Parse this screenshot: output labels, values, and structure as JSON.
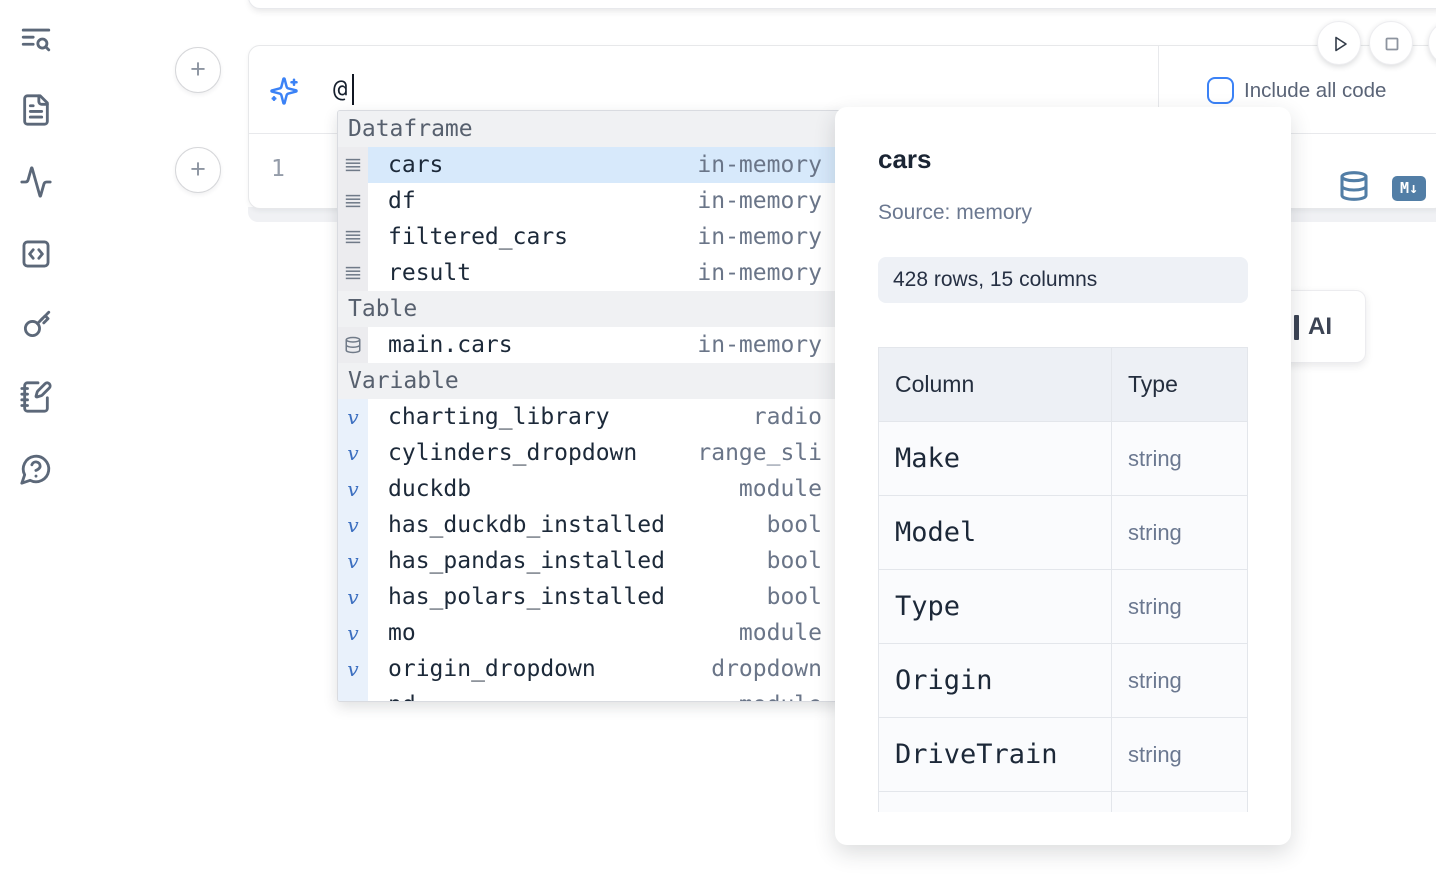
{
  "colors": {
    "accent": "#3b82f6",
    "steel-icon": "#527ea6",
    "selection": "#d7e9fb",
    "text-dark": "#1c2939",
    "text-gray": "#6a7588"
  },
  "sidebar": {
    "items": [
      {
        "icon": "text-search-icon"
      },
      {
        "icon": "file-document-icon"
      },
      {
        "icon": "activity-icon"
      },
      {
        "icon": "code-square-icon"
      },
      {
        "icon": "key-icon"
      },
      {
        "icon": "notebook-pen-icon"
      },
      {
        "icon": "help-chat-icon"
      }
    ]
  },
  "run_controls": {
    "play": "run",
    "stop": "interrupt"
  },
  "cell": {
    "add_above_label": "+",
    "add_below_label": "+",
    "ai_input": {
      "value": "@"
    },
    "include_all_code_label": "Include all code",
    "line_number": "1",
    "markdown_badge": "M↓"
  },
  "autocomplete": {
    "sections": [
      {
        "label": "Dataframe",
        "items": [
          {
            "name": "cars",
            "detail": "in-memory",
            "selected": true
          },
          {
            "name": "df",
            "detail": "in-memory"
          },
          {
            "name": "filtered_cars",
            "detail": "in-memory"
          },
          {
            "name": "result",
            "detail": "in-memory"
          }
        ]
      },
      {
        "label": "Table",
        "items": [
          {
            "name": "main.cars",
            "detail": "in-memory"
          }
        ]
      },
      {
        "label": "Variable",
        "items": [
          {
            "name": "charting_library",
            "detail": "radio"
          },
          {
            "name": "cylinders_dropdown",
            "detail": "range_sli"
          },
          {
            "name": "duckdb",
            "detail": "module"
          },
          {
            "name": "has_duckdb_installed",
            "detail": "bool"
          },
          {
            "name": "has_pandas_installed",
            "detail": "bool"
          },
          {
            "name": "has_polars_installed",
            "detail": "bool"
          },
          {
            "name": "mo",
            "detail": "module"
          },
          {
            "name": "origin_dropdown",
            "detail": "dropdown"
          },
          {
            "name": "pd",
            "detail": "module",
            "partial": true
          }
        ]
      }
    ],
    "variable_glyph": "v"
  },
  "preview": {
    "title": "cars",
    "source": "Source: memory",
    "shape": "428 rows, 15 columns",
    "table": {
      "headers": [
        "Column",
        "Type"
      ],
      "rows": [
        [
          "Make",
          "string"
        ],
        [
          "Model",
          "string"
        ],
        [
          "Type",
          "string"
        ],
        [
          "Origin",
          "string"
        ],
        [
          "DriveTrain",
          "string"
        ]
      ]
    }
  },
  "ai_card": {
    "partial_text": "AI"
  }
}
